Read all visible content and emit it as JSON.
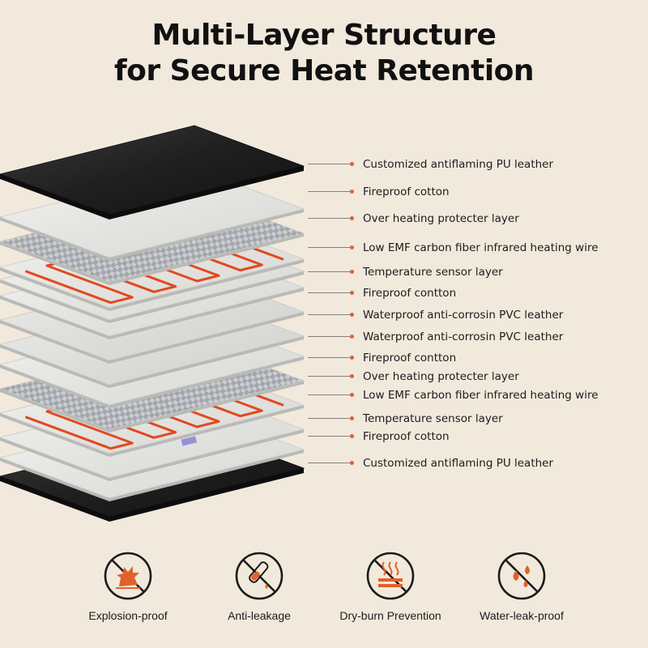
{
  "title": {
    "line1": "Multi-Layer Structure",
    "line2": "for Secure Heat Retention"
  },
  "layers": [
    {
      "label": "Customized antiflaming PU leather",
      "kind": "leather"
    },
    {
      "label": "Fireproof cotton",
      "kind": "cotton"
    },
    {
      "label": "Over heating protecter layer",
      "kind": "carbon"
    },
    {
      "label": "Low EMF carbon fiber infrared heating wire",
      "kind": "wire"
    },
    {
      "label": "Temperature sensor layer",
      "kind": "sensor"
    },
    {
      "label": "Fireproof contton",
      "kind": "cotton"
    },
    {
      "label": "Waterproof anti-corrosin PVC leather",
      "kind": "pvc"
    },
    {
      "label": "Waterproof anti-corrosin PVC leather",
      "kind": "pvc"
    },
    {
      "label": "Fireproof contton",
      "kind": "cotton"
    },
    {
      "label": "Over heating protecter layer",
      "kind": "carbon"
    },
    {
      "label": "Low EMF carbon fiber infrared heating wire",
      "kind": "wire"
    },
    {
      "label": "Temperature sensor layer",
      "kind": "sensor"
    },
    {
      "label": "Fireproof cotton",
      "kind": "cotton"
    },
    {
      "label": "Customized antiflaming PU leather",
      "kind": "leather"
    }
  ],
  "features": [
    {
      "label": "Explosion-proof",
      "icon": "explosion-proof-icon"
    },
    {
      "label": "Anti-leakage",
      "icon": "anti-leakage-icon"
    },
    {
      "label": "Dry-burn Prevention",
      "icon": "dry-burn-prevention-icon"
    },
    {
      "label": "Water-leak-proof",
      "icon": "water-leak-proof-icon"
    }
  ],
  "colors": {
    "background": "#f1e9dc",
    "accent": "#e0622a",
    "leather": "#1e1e1e",
    "cotton": "#e4e4e2",
    "carbon": "#9a9ea3",
    "wire": "#e2491f",
    "sensor": "#9a8fd8",
    "icon_outline": "#1a1a1a"
  }
}
